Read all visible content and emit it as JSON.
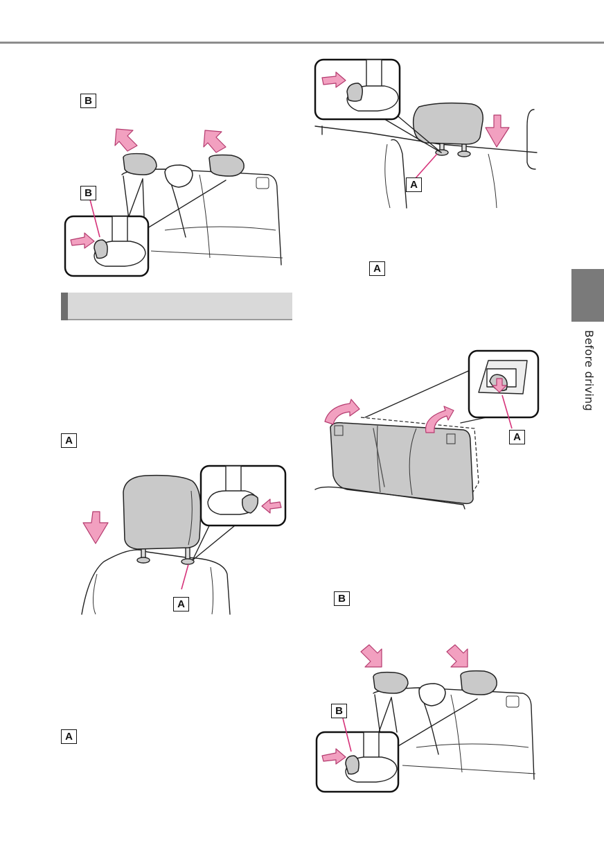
{
  "page": {
    "side_tab_label": "Before driving"
  },
  "labels": {
    "a": "A",
    "b": "B"
  },
  "section": {
    "heading": ""
  },
  "colors": {
    "rule": "#8c8c8c",
    "section_bar": "#d9d9d9",
    "side_tab": "#7a7a7a",
    "arrow_pink": "#f2a0c0",
    "pointer_pink": "#d6337a",
    "headrest_gray": "#c9c9c9"
  }
}
